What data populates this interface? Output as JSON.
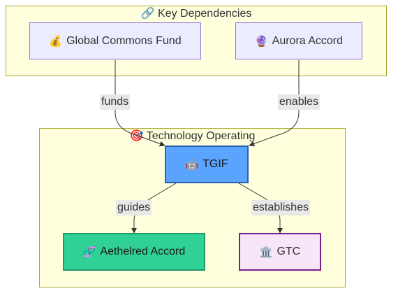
{
  "clusters": {
    "dependencies": {
      "icon": "🔗",
      "title": "Key Dependencies"
    },
    "operating": {
      "icon": "🎯",
      "title": "Technology Operating"
    }
  },
  "nodes": {
    "fund": {
      "icon": "💰",
      "label": "Global Commons Fund"
    },
    "aurora": {
      "icon": "🔮",
      "label": "Aurora Accord"
    },
    "tgif": {
      "icon": "🤖",
      "label": "TGIF"
    },
    "aethelred": {
      "icon": "🧬",
      "label": "Aethelred Accord"
    },
    "gtc": {
      "icon": "🏛️",
      "label": "GTC"
    }
  },
  "edges": {
    "funds": "funds",
    "enables": "enables",
    "guides": "guides",
    "establishes": "establishes"
  },
  "colors": {
    "cluster_fill": "#ffffde",
    "cluster_border": "#aaaa33",
    "tgif_fill": "#5aa4ff",
    "aethelred_fill": "#2fd194",
    "gtc_fill": "#f6e6f7",
    "dependency_fill": "#ececff"
  }
}
